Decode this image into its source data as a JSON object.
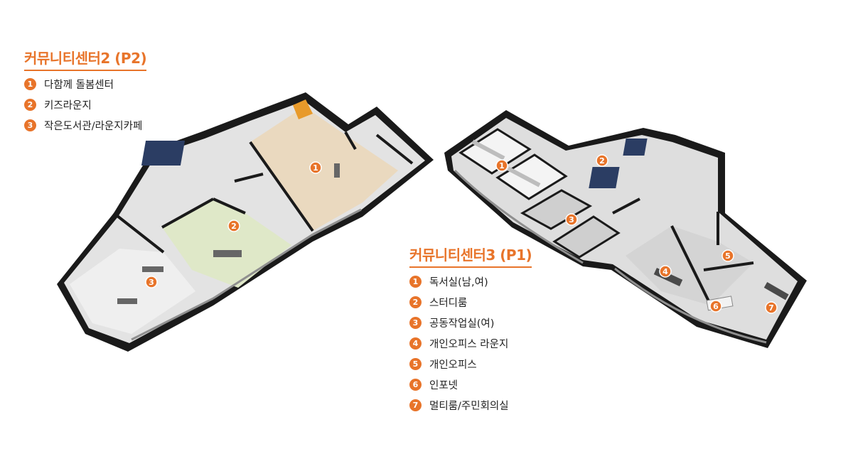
{
  "p2": {
    "title": "커뮤니티센터2 (P2)",
    "items": [
      {
        "num": "1",
        "label": "다함께 돌봄센터"
      },
      {
        "num": "2",
        "label": "키즈라운지"
      },
      {
        "num": "3",
        "label": "작은도서관/라운지카페"
      }
    ]
  },
  "p3": {
    "title": "커뮤니티센터3 (P1)",
    "items": [
      {
        "num": "1",
        "label": "독서실(남,여)"
      },
      {
        "num": "2",
        "label": "스터디룸"
      },
      {
        "num": "3",
        "label": "공동작업실(여)"
      },
      {
        "num": "4",
        "label": "개인오피스 라운지"
      },
      {
        "num": "5",
        "label": "개인오피스"
      },
      {
        "num": "6",
        "label": "인포넷"
      },
      {
        "num": "7",
        "label": "멀티룸/주민회의실"
      }
    ]
  },
  "colors": {
    "accent": "#e8742a",
    "wall": "#1a1a1a",
    "floor": "#d9d9d9",
    "wood": "#ead9bf",
    "kids": "#dfe8c8"
  }
}
